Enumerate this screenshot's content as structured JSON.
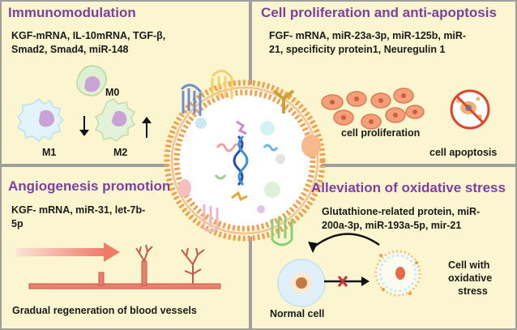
{
  "panels": {
    "immunomodulation": {
      "title": "Immunomodulation",
      "molecules_line1": "KGF-mRNA, IL-10mRNA, TGF-β,",
      "molecules_line2": "Smad2, Smad4, miR-148",
      "m0_label": "M0",
      "m1_label": "M1",
      "m2_label": "M2"
    },
    "proliferation": {
      "title": "Cell proliferation and anti-apoptosis",
      "molecules_line1": "FGF- mRNA, miR-23a-3p, miR-125b, miR-",
      "molecules_line2": "21, specificity protein1, Neuregulin 1",
      "proliferation_label": "cell proliferation",
      "apoptosis_label": "cell apoptosis"
    },
    "angiogenesis": {
      "title": "Angiogenesis promotion",
      "molecules_line1": "KGF- mRNA, miR-31, let-7b-",
      "molecules_line2": "5p",
      "caption": "Gradual regeneration of blood vessels"
    },
    "oxidative": {
      "title": "Alleviation of oxidative stress",
      "molecules_line1": "Glutathione-related protein, miR-",
      "molecules_line2": "200a-3p, miR-193a-5p, mir-21",
      "normal_label": "Normal cell",
      "stressed_line1": "Cell with",
      "stressed_line2": "oxidative",
      "stressed_line3": "stress"
    }
  },
  "colors": {
    "panel_bg": "#fbf6cf",
    "title_purple": "#7e3fa0",
    "divider": "#9e9e9e",
    "vesicle_orange": "#f2a24a",
    "arrow_red": "#cc3333"
  }
}
